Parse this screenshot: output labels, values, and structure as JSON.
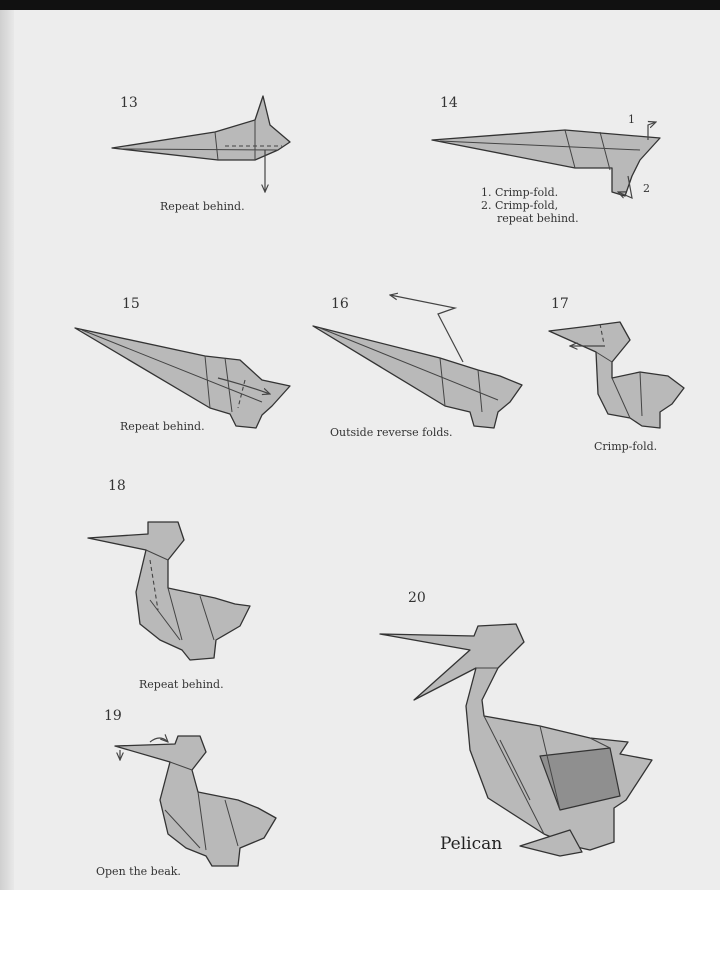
{
  "steps": [
    {
      "number": "13",
      "caption": "Repeat behind."
    },
    {
      "number": "14",
      "caption_lines": [
        "1. Crimp-fold.",
        "2. Crimp-fold,",
        "repeat behind."
      ],
      "arrow_labels": [
        "1",
        "2"
      ]
    },
    {
      "number": "15",
      "caption": "Repeat behind."
    },
    {
      "number": "16",
      "caption": "Outside reverse folds."
    },
    {
      "number": "17",
      "caption": "Crimp-fold."
    },
    {
      "number": "18",
      "caption": "Repeat behind."
    },
    {
      "number": "19",
      "caption": "Open the beak."
    },
    {
      "number": "20",
      "caption": "Pelican"
    }
  ]
}
